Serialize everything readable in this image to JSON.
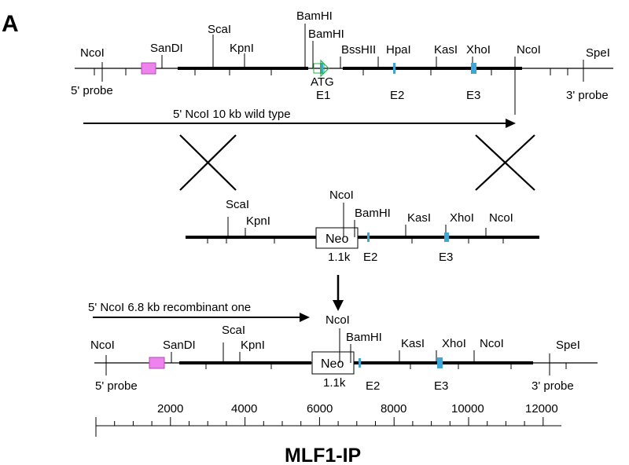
{
  "panel_label": "A",
  "title": "MLF1-IP",
  "colors": {
    "line": "#000000",
    "exon": "#3fa7d6",
    "probe_box": "#ee82ee",
    "atg_arrow": "#22b14c"
  },
  "wild_type": {
    "sites": {
      "ncoi_left": "NcoI",
      "sandi": "SanDI",
      "scai": "ScaI",
      "kpni": "KpnI",
      "bamhi_1": "BamHI",
      "bamhi_2": "BamHI",
      "bsshii": "BssHII",
      "hpai": "HpaI",
      "kasi": "KasI",
      "xhoi": "XhoI",
      "ncoi_right": "NcoI",
      "spei": "SpeI"
    },
    "atg": "ATG",
    "exons": [
      "E1",
      "E2",
      "E3"
    ],
    "probe_5": "5' probe",
    "probe_3": "3' probe",
    "fragment_label": "5' NcoI 10 kb wild type"
  },
  "targeting": {
    "sites": {
      "scai": "ScaI",
      "kpni": "KpnI",
      "ncoi_neo": "NcoI",
      "bamhi": "BamHI",
      "kasi": "KasI",
      "xhoi": "XhoI",
      "ncoi_right": "NcoI"
    },
    "neo": "Neo",
    "neo_size": "1.1k",
    "exons": [
      "E2",
      "E3"
    ]
  },
  "recombinant": {
    "sites": {
      "ncoi_left": "NcoI",
      "sandi": "SanDI",
      "scai": "ScaI",
      "kpni": "KpnI",
      "ncoi_neo": "NcoI",
      "bamhi": "BamHI",
      "kasi": "KasI",
      "xhoi": "XhoI",
      "ncoi_right": "NcoI",
      "spei": "SpeI"
    },
    "neo": "Neo",
    "neo_size": "1.1k",
    "exons": [
      "E2",
      "E3"
    ],
    "probe_5": "5' probe",
    "probe_3": "3' probe",
    "fragment_label": "5' NcoI 6.8 kb recombinant one"
  },
  "scale": {
    "labels": [
      "2000",
      "4000",
      "6000",
      "8000",
      "10000",
      "12000"
    ]
  }
}
